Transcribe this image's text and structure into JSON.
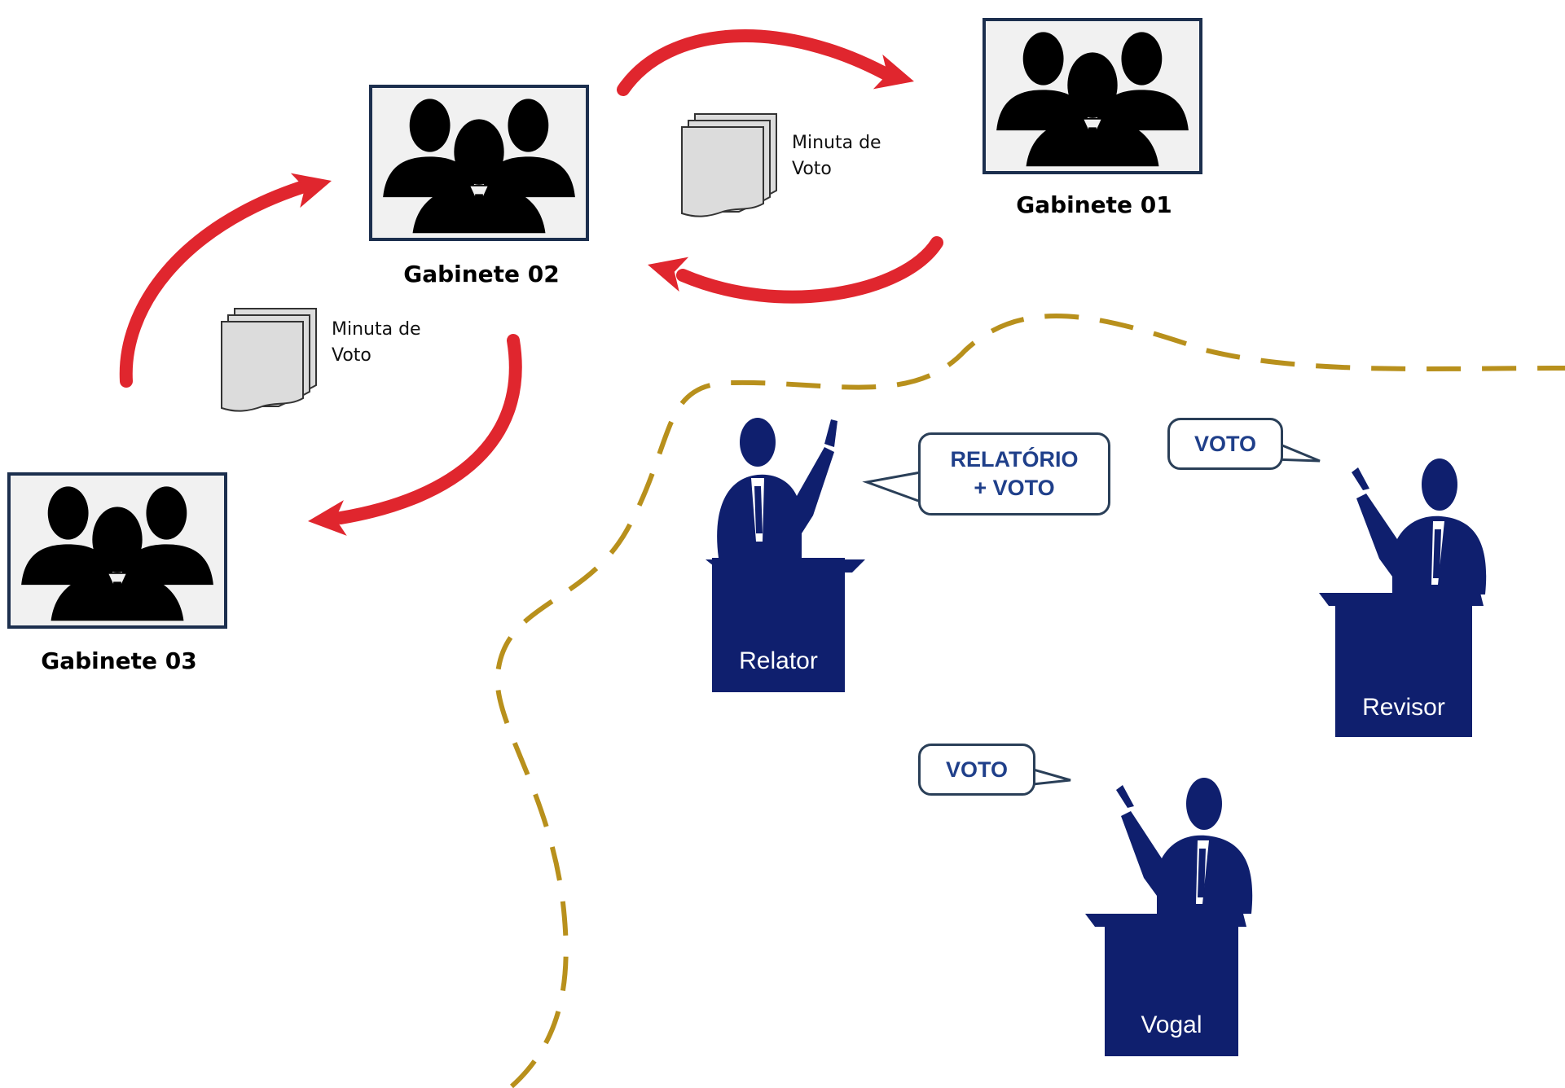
{
  "cabinets": [
    {
      "id": "gab01",
      "label": "Gabinete 01",
      "icon": "group-of-people-icon"
    },
    {
      "id": "gab02",
      "label": "Gabinete 02",
      "icon": "group-of-people-icon"
    },
    {
      "id": "gab03",
      "label": "Gabinete 03",
      "icon": "group-of-people-icon"
    }
  ],
  "documents": [
    {
      "line1": "Minuta de",
      "line2": "Voto",
      "icon": "document-stack-icon"
    },
    {
      "line1": "Minuta de",
      "line2": "Voto",
      "icon": "document-stack-icon"
    }
  ],
  "speakers": [
    {
      "label": "Relator",
      "bubble_line1": "RELATÓRIO",
      "bubble_line2": "+ VOTO",
      "icon": "speaker-at-podium-icon"
    },
    {
      "label": "Revisor",
      "bubble_line1": "VOTO",
      "icon": "speaker-at-podium-icon"
    },
    {
      "label": "Vogal",
      "bubble_line1": "VOTO",
      "icon": "speaker-at-podium-icon"
    }
  ],
  "colors": {
    "arrow": "#e0262e",
    "boundary": "#b8901c",
    "podium": "#0f1f6e",
    "box_border": "#1c2f4e",
    "bubble_text": "#1f3f8a"
  }
}
